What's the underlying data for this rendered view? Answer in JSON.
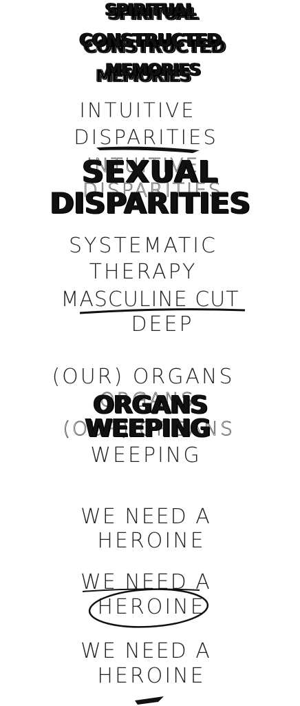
{
  "title": {
    "line1": "SPIRITUAL",
    "line2": "CONSTRUCTED",
    "line3": "MEMORIES"
  },
  "block1": {
    "line1": "INTUITIVE",
    "line2": "DISPARITIES"
  },
  "block1_bold": {
    "line1": "SEXUAL",
    "line2": "DISPARITIES"
  },
  "block2": {
    "line1": "SYSTEMATIC",
    "line2": "THERAPY",
    "line3": "MASCULINE CUT",
    "line4": "DEEP"
  },
  "block3": {
    "line1": "(OUR) ORGANS",
    "bold1": "ORGANS",
    "bold2": "WEEPING",
    "line2": "WEEPING"
  },
  "heroine": [
    {
      "line1": "WE NEED A",
      "line2": "HEROINE"
    },
    {
      "line1": "WE NEED A",
      "line2": "HEROINE"
    },
    {
      "line1": "WE NEED A",
      "line2": "HEROINE"
    }
  ],
  "colors": {
    "ink": "#111111",
    "paper": "#ffffff"
  }
}
